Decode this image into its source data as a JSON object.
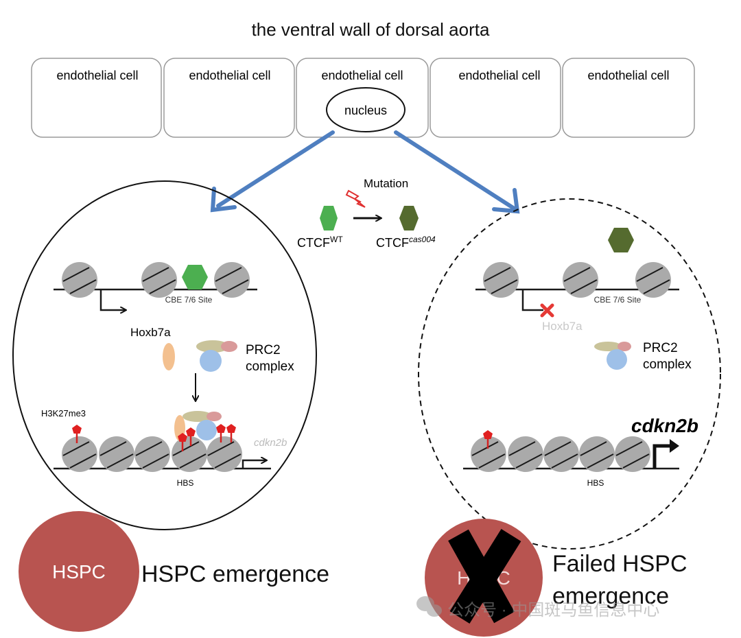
{
  "title": "the ventral wall of dorsal aorta",
  "cells": [
    "endothelial cell",
    "endothelial cell",
    "endothelial cell",
    "endothelial cell",
    "endothelial cell"
  ],
  "nucleus": "nucleus",
  "mutation": {
    "label": "Mutation",
    "wt_base": "CTCF",
    "wt_sup": "WT",
    "mut_base": "CTCF",
    "mut_sup": "cas004"
  },
  "left": {
    "site_label": "CBE 7/6 Site",
    "hoxb7a": "Hoxb7a",
    "prc2_line1": "PRC2",
    "prc2_line2": "complex",
    "h3k27me3": "H3K27me3",
    "cdkn2b": "cdkn2b",
    "hbs": "HBS",
    "hspc_circle": "HSPC",
    "outcome": "HSPC emergence"
  },
  "right": {
    "site_label": "CBE 7/6 Site",
    "hoxb7a": "Hoxb7a",
    "prc2_line1": "PRC2",
    "prc2_line2": "complex",
    "cdkn2b": "cdkn2b",
    "hbs": "HBS",
    "hspc_circle": "HSPC",
    "outcome_line1": "Failed HSPC",
    "outcome_line2": "emergence"
  },
  "watermark": "公众号 · 中国斑马鱼信息中心",
  "colors": {
    "arrow_blue": "#4f7fc0",
    "ctcf_wt": "#4caf50",
    "ctcf_mut": "#556b2f",
    "hspc": "#b85450",
    "h3k27me3": "#e02020"
  }
}
